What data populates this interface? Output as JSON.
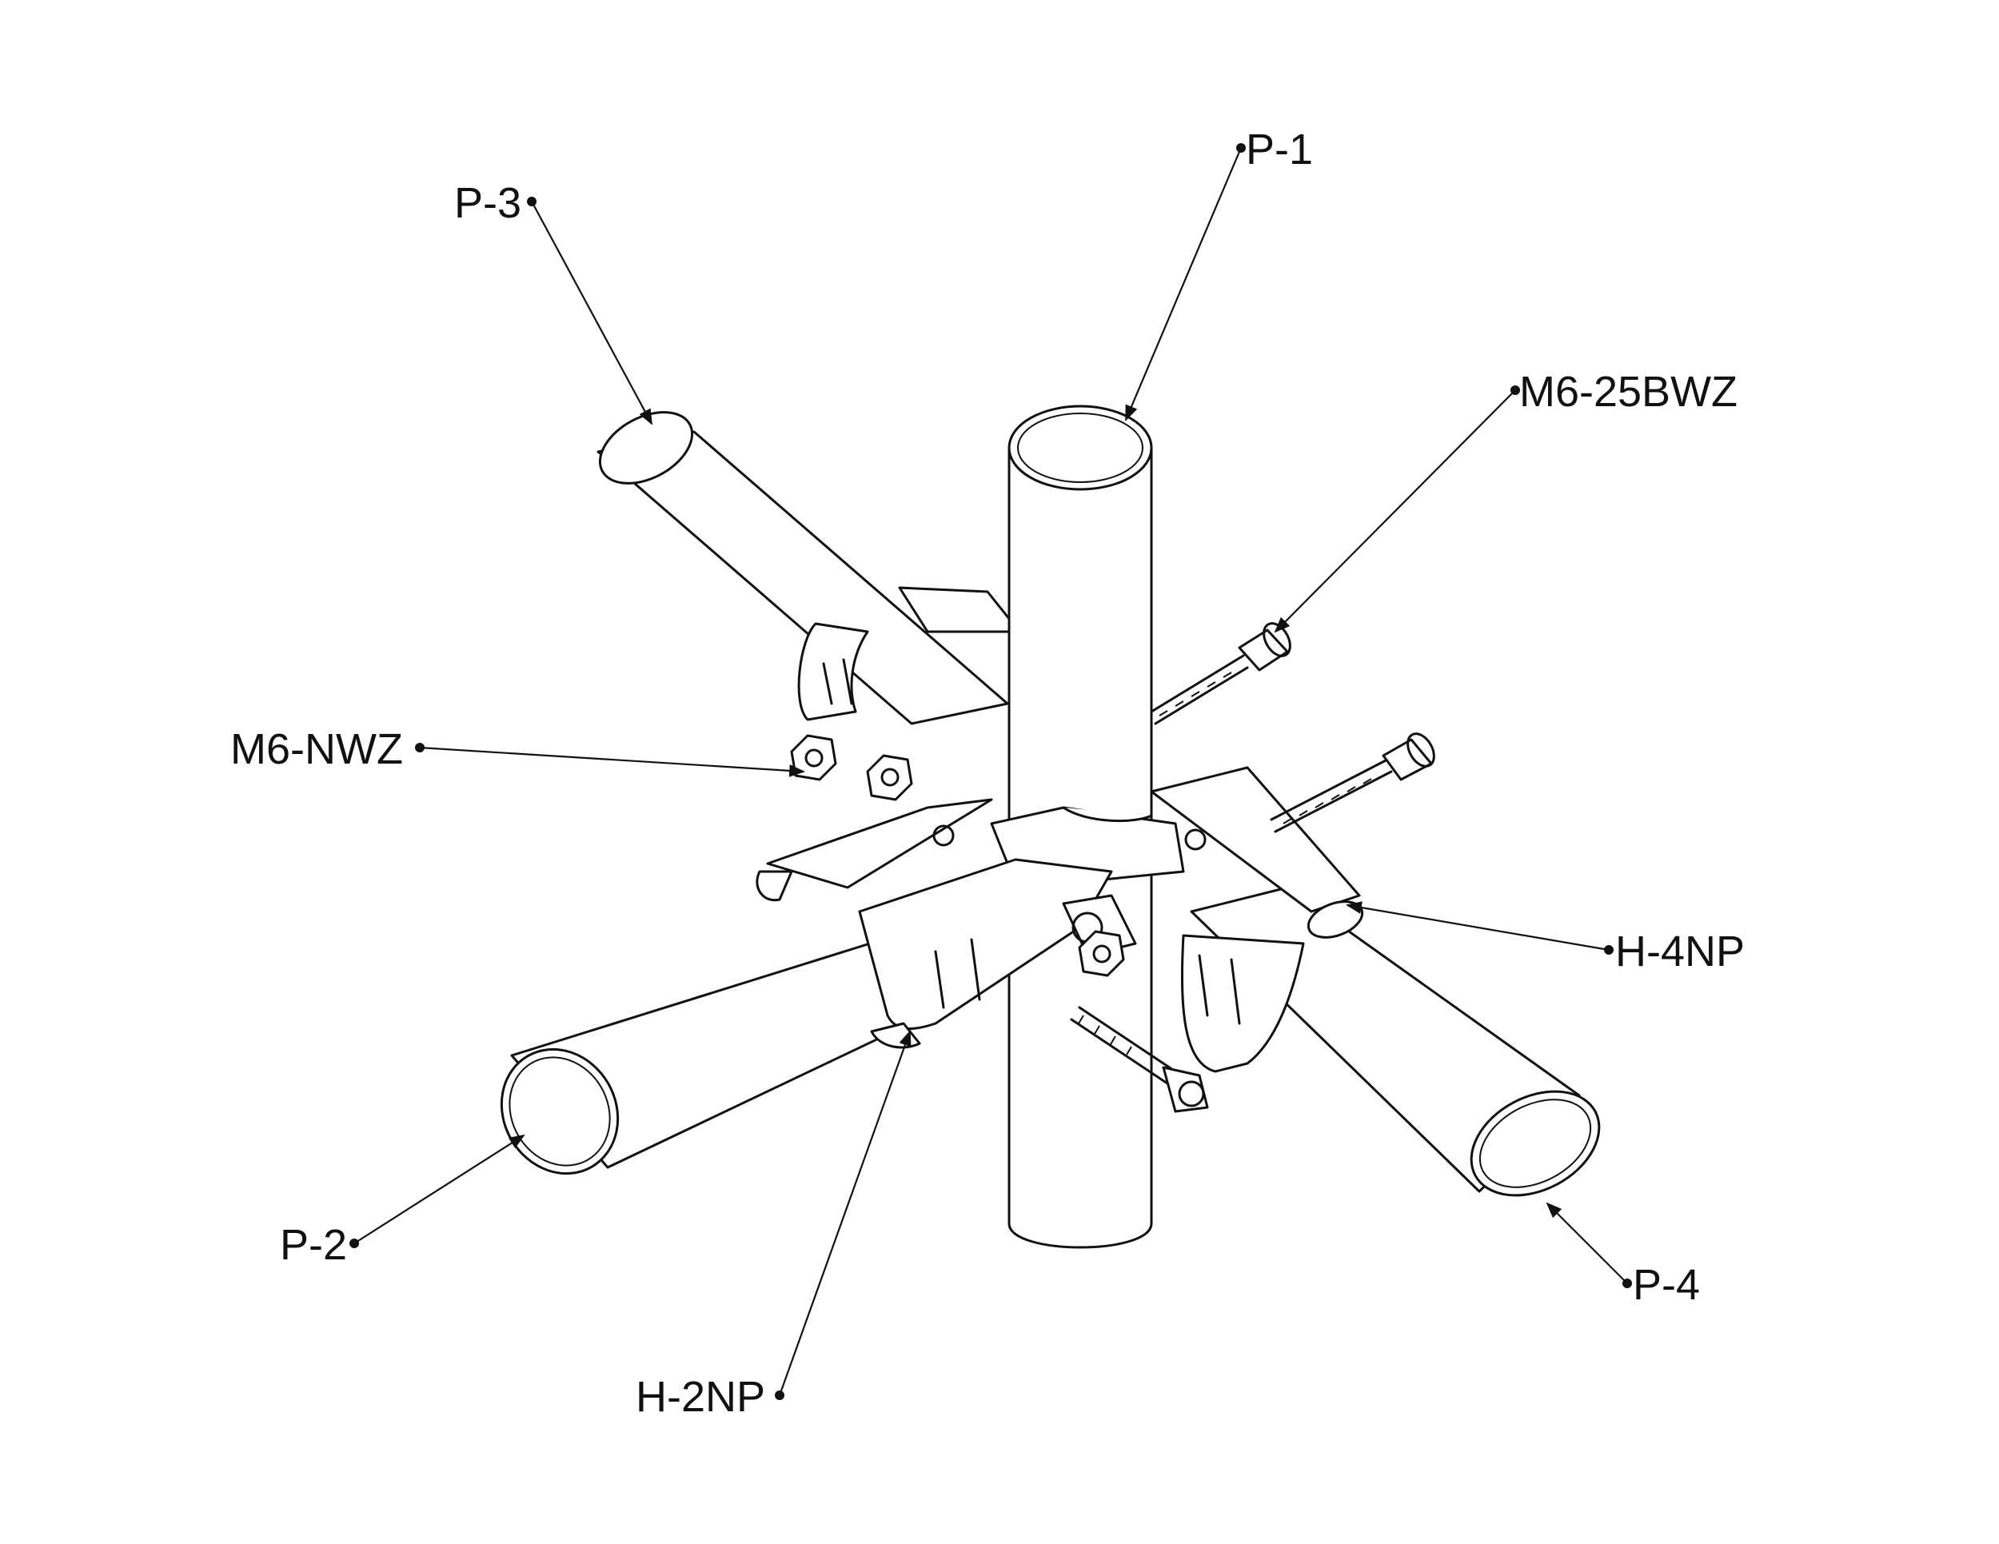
{
  "labels": {
    "p1": "P-1",
    "p2": "P-2",
    "p3": "P-3",
    "p4": "P-4",
    "bolt": "M6-25BWZ",
    "nut": "M6-NWZ",
    "joint4": "H-4NP",
    "joint2": "H-2NP"
  },
  "colors": {
    "line": "#111111",
    "background": "#ffffff"
  }
}
